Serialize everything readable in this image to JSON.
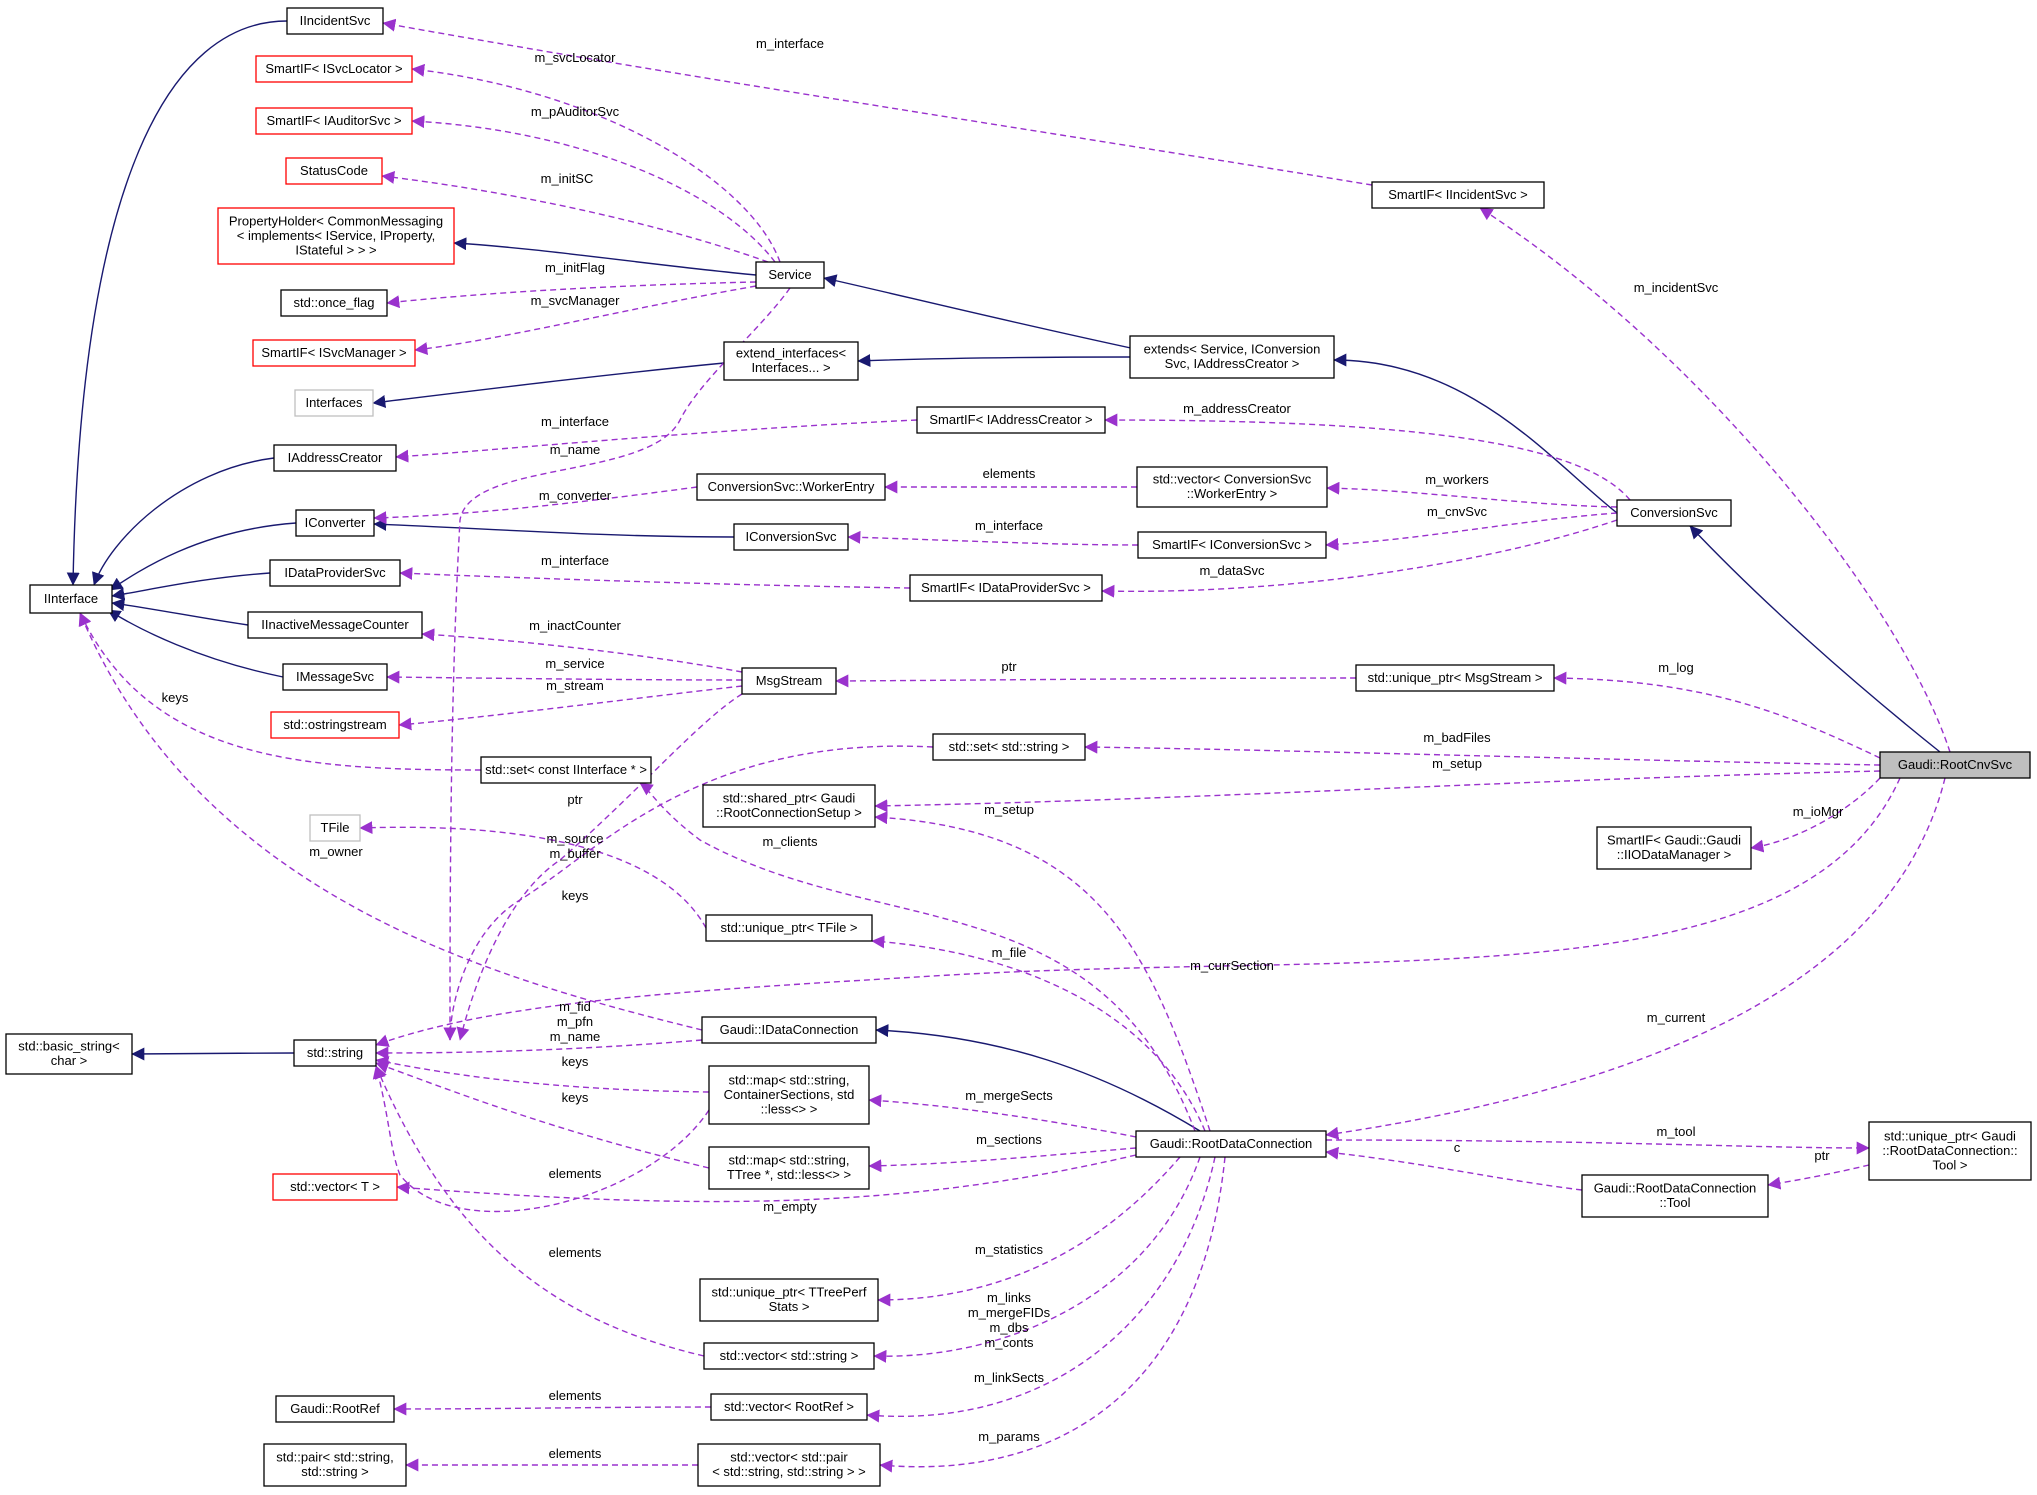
{
  "diagram": {
    "colors": {
      "inheritance": "#191970",
      "usage": "#9a32cd",
      "box_border_normal": "#000000",
      "box_border_incomplete": "#ff0000",
      "box_border_external": "#bfbfbf",
      "highlight_fill": "#bfbfbf"
    },
    "nodes": [
      {
        "id": "IIncidentSvc",
        "lines": [
          "IIncidentSvc"
        ],
        "kind": "normal"
      },
      {
        "id": "SmartIF_ISvcLocator",
        "lines": [
          "SmartIF< ISvcLocator >"
        ],
        "kind": "incomplete"
      },
      {
        "id": "SmartIF_IAuditorSvc",
        "lines": [
          "SmartIF< IAuditorSvc >"
        ],
        "kind": "incomplete"
      },
      {
        "id": "StatusCode",
        "lines": [
          "StatusCode"
        ],
        "kind": "incomplete"
      },
      {
        "id": "PropertyHolder",
        "lines": [
          "PropertyHolder< CommonMessaging",
          "< implements< IService, IProperty,",
          "IStateful > > >"
        ],
        "kind": "incomplete"
      },
      {
        "id": "std_once_flag",
        "lines": [
          "std::once_flag"
        ],
        "kind": "normal"
      },
      {
        "id": "SmartIF_ISvcManager",
        "lines": [
          "SmartIF< ISvcManager >"
        ],
        "kind": "incomplete"
      },
      {
        "id": "Interfaces",
        "lines": [
          "Interfaces"
        ],
        "kind": "external"
      },
      {
        "id": "IAddressCreator",
        "lines": [
          "IAddressCreator"
        ],
        "kind": "normal"
      },
      {
        "id": "IConverter",
        "lines": [
          "IConverter"
        ],
        "kind": "normal"
      },
      {
        "id": "IDataProviderSvc",
        "lines": [
          "IDataProviderSvc"
        ],
        "kind": "normal"
      },
      {
        "id": "IInterface",
        "lines": [
          "IInterface"
        ],
        "kind": "normal"
      },
      {
        "id": "IInactiveMessageCounter",
        "lines": [
          "IInactiveMessageCounter"
        ],
        "kind": "normal"
      },
      {
        "id": "IMessageSvc",
        "lines": [
          "IMessageSvc"
        ],
        "kind": "normal"
      },
      {
        "id": "std_ostringstream",
        "lines": [
          "std::ostringstream"
        ],
        "kind": "incomplete"
      },
      {
        "id": "std_set_IInterface",
        "lines": [
          "std::set< const IInterface * >"
        ],
        "kind": "normal"
      },
      {
        "id": "TFile",
        "lines": [
          "TFile"
        ],
        "kind": "external"
      },
      {
        "id": "std_basic_string",
        "lines": [
          "std::basic_string<",
          "char >"
        ],
        "kind": "normal"
      },
      {
        "id": "std_string",
        "lines": [
          "std::string"
        ],
        "kind": "normal"
      },
      {
        "id": "std_vector_T",
        "lines": [
          "std::vector< T >"
        ],
        "kind": "incomplete"
      },
      {
        "id": "Gaudi_RootRef",
        "lines": [
          "Gaudi::RootRef"
        ],
        "kind": "normal"
      },
      {
        "id": "std_pair",
        "lines": [
          "std::pair< std::string,",
          "std::string >"
        ],
        "kind": "normal"
      },
      {
        "id": "Service",
        "lines": [
          "Service"
        ],
        "kind": "normal"
      },
      {
        "id": "extend_interfaces",
        "lines": [
          "extend_interfaces<",
          "Interfaces... >"
        ],
        "kind": "normal"
      },
      {
        "id": "SmartIF_IAddressCreator",
        "lines": [
          "SmartIF< IAddressCreator >"
        ],
        "kind": "normal"
      },
      {
        "id": "ConversionSvc_WorkerEntry",
        "lines": [
          "ConversionSvc::WorkerEntry"
        ],
        "kind": "normal"
      },
      {
        "id": "IConversionSvc",
        "lines": [
          "IConversionSvc"
        ],
        "kind": "normal"
      },
      {
        "id": "SmartIF_IDataProviderSvc",
        "lines": [
          "SmartIF< IDataProviderSvc >"
        ],
        "kind": "normal"
      },
      {
        "id": "MsgStream",
        "lines": [
          "MsgStream"
        ],
        "kind": "normal"
      },
      {
        "id": "std_set_string",
        "lines": [
          "std::set< std::string >"
        ],
        "kind": "normal"
      },
      {
        "id": "std_shared_ptr",
        "lines": [
          "std::shared_ptr< Gaudi",
          "::RootConnectionSetup >"
        ],
        "kind": "normal"
      },
      {
        "id": "std_unique_ptr_TFile",
        "lines": [
          "std::unique_ptr< TFile >"
        ],
        "kind": "normal"
      },
      {
        "id": "Gaudi_IDataConnection",
        "lines": [
          "Gaudi::IDataConnection"
        ],
        "kind": "normal"
      },
      {
        "id": "std_map_ContainerSections",
        "lines": [
          "std::map< std::string,",
          "ContainerSections, std",
          "::less<> >"
        ],
        "kind": "normal"
      },
      {
        "id": "std_map_TTree",
        "lines": [
          "std::map< std::string,",
          "TTree *, std::less<> >"
        ],
        "kind": "normal"
      },
      {
        "id": "std_unique_ptr_TTreePerf",
        "lines": [
          "std::unique_ptr< TTreePerf",
          "Stats >"
        ],
        "kind": "normal"
      },
      {
        "id": "std_vector_string",
        "lines": [
          "std::vector< std::string >"
        ],
        "kind": "normal"
      },
      {
        "id": "std_vector_RootRef",
        "lines": [
          "std::vector< RootRef >"
        ],
        "kind": "normal"
      },
      {
        "id": "std_vector_pair",
        "lines": [
          "std::vector< std::pair",
          "< std::string, std::string > >"
        ],
        "kind": "normal"
      },
      {
        "id": "SmartIF_IIncidentSvc",
        "lines": [
          "SmartIF< IIncidentSvc >"
        ],
        "kind": "normal"
      },
      {
        "id": "extends",
        "lines": [
          "extends< Service, IConversion",
          "Svc, IAddressCreator >"
        ],
        "kind": "normal"
      },
      {
        "id": "std_vector_WorkerEntry",
        "lines": [
          "std::vector< ConversionSvc",
          "::WorkerEntry >"
        ],
        "kind": "normal"
      },
      {
        "id": "SmartIF_IConversionSvc",
        "lines": [
          "SmartIF< IConversionSvc >"
        ],
        "kind": "normal"
      },
      {
        "id": "std_unique_ptr_MsgStream",
        "lines": [
          "std::unique_ptr< MsgStream >"
        ],
        "kind": "normal"
      },
      {
        "id": "Gaudi_RootDataConnection",
        "lines": [
          "Gaudi::RootDataConnection"
        ],
        "kind": "normal"
      },
      {
        "id": "ConversionSvc",
        "lines": [
          "ConversionSvc"
        ],
        "kind": "normal"
      },
      {
        "id": "Gaudi_RootCnvSvc",
        "lines": [
          "Gaudi::RootCnvSvc"
        ],
        "kind": "highlight"
      },
      {
        "id": "SmartIF_IIODataManager",
        "lines": [
          "SmartIF< Gaudi::Gaudi",
          "::IIODataManager >"
        ],
        "kind": "normal"
      },
      {
        "id": "Gaudi_RootDataConnection_Tool",
        "lines": [
          "Gaudi::RootDataConnection",
          "::Tool"
        ],
        "kind": "normal"
      },
      {
        "id": "std_unique_ptr_Tool",
        "lines": [
          "std::unique_ptr< Gaudi",
          "::RootDataConnection::",
          "Tool >"
        ],
        "kind": "normal"
      }
    ],
    "edge_labels": [
      {
        "id": "svcLocator",
        "lines": [
          "m_svcLocator"
        ]
      },
      {
        "id": "pAuditorSvc",
        "lines": [
          "m_pAuditorSvc"
        ]
      },
      {
        "id": "initSC",
        "lines": [
          "m_initSC"
        ]
      },
      {
        "id": "initFlag",
        "lines": [
          "m_initFlag"
        ]
      },
      {
        "id": "svcManager",
        "lines": [
          "m_svcManager"
        ]
      },
      {
        "id": "interface_incident",
        "lines": [
          "m_interface"
        ]
      },
      {
        "id": "interface_addr",
        "lines": [
          "m_interface"
        ]
      },
      {
        "id": "name",
        "lines": [
          "m_name"
        ]
      },
      {
        "id": "converter",
        "lines": [
          "m_converter"
        ]
      },
      {
        "id": "elements_worker",
        "lines": [
          "elements"
        ]
      },
      {
        "id": "interface_conv",
        "lines": [
          "m_interface"
        ]
      },
      {
        "id": "interface_dp",
        "lines": [
          "m_interface"
        ]
      },
      {
        "id": "addressCreator",
        "lines": [
          "m_addressCreator"
        ]
      },
      {
        "id": "workers",
        "lines": [
          "m_workers"
        ]
      },
      {
        "id": "cnvSvc",
        "lines": [
          "m_cnvSvc"
        ]
      },
      {
        "id": "dataSvc",
        "lines": [
          "m_dataSvc"
        ]
      },
      {
        "id": "incidentSvc",
        "lines": [
          "m_incidentSvc"
        ]
      },
      {
        "id": "inactCounter",
        "lines": [
          "m_inactCounter"
        ]
      },
      {
        "id": "service",
        "lines": [
          "m_service"
        ]
      },
      {
        "id": "stream",
        "lines": [
          "m_stream"
        ]
      },
      {
        "id": "keys_iface",
        "lines": [
          "keys"
        ]
      },
      {
        "id": "ptr_msg",
        "lines": [
          "ptr"
        ]
      },
      {
        "id": "log",
        "lines": [
          "m_log"
        ]
      },
      {
        "id": "badFiles",
        "lines": [
          "m_badFiles"
        ]
      },
      {
        "id": "setup_cnv",
        "lines": [
          "m_setup"
        ]
      },
      {
        "id": "setup_rdc",
        "lines": [
          "m_setup"
        ]
      },
      {
        "id": "ptr_tfile",
        "lines": [
          "ptr"
        ]
      },
      {
        "id": "owner",
        "lines": [
          "m_owner"
        ]
      },
      {
        "id": "source_buffer",
        "lines": [
          "m_source",
          "m_buffer"
        ]
      },
      {
        "id": "clients",
        "lines": [
          "m_clients"
        ]
      },
      {
        "id": "keys_set",
        "lines": [
          "keys"
        ]
      },
      {
        "id": "ioMgr",
        "lines": [
          "m_ioMgr"
        ]
      },
      {
        "id": "file",
        "lines": [
          "m_file"
        ]
      },
      {
        "id": "currSection",
        "lines": [
          "m_currSection"
        ]
      },
      {
        "id": "fid_pfn_name",
        "lines": [
          "m_fid",
          "m_pfn",
          "m_name"
        ]
      },
      {
        "id": "current",
        "lines": [
          "m_current"
        ]
      },
      {
        "id": "keys_map1",
        "lines": [
          "keys"
        ]
      },
      {
        "id": "keys_map2",
        "lines": [
          "keys"
        ]
      },
      {
        "id": "mergeSects",
        "lines": [
          "m_mergeSects"
        ]
      },
      {
        "id": "sections",
        "lines": [
          "m_sections"
        ]
      },
      {
        "id": "tool",
        "lines": [
          "m_tool"
        ]
      },
      {
        "id": "c_tool",
        "lines": [
          "c"
        ]
      },
      {
        "id": "ptr_tool",
        "lines": [
          "ptr"
        ]
      },
      {
        "id": "elements_vt",
        "lines": [
          "elements"
        ]
      },
      {
        "id": "empty",
        "lines": [
          "m_empty"
        ]
      },
      {
        "id": "statistics",
        "lines": [
          "m_statistics"
        ]
      },
      {
        "id": "elements_vs",
        "lines": [
          "elements"
        ]
      },
      {
        "id": "links_group",
        "lines": [
          "m_links",
          "m_mergeFIDs",
          "m_dbs",
          "m_conts"
        ]
      },
      {
        "id": "linkSects",
        "lines": [
          "m_linkSects"
        ]
      },
      {
        "id": "elements_rr",
        "lines": [
          "elements"
        ]
      },
      {
        "id": "params",
        "lines": [
          "m_params"
        ]
      },
      {
        "id": "elements_pair",
        "lines": [
          "elements"
        ]
      }
    ]
  }
}
